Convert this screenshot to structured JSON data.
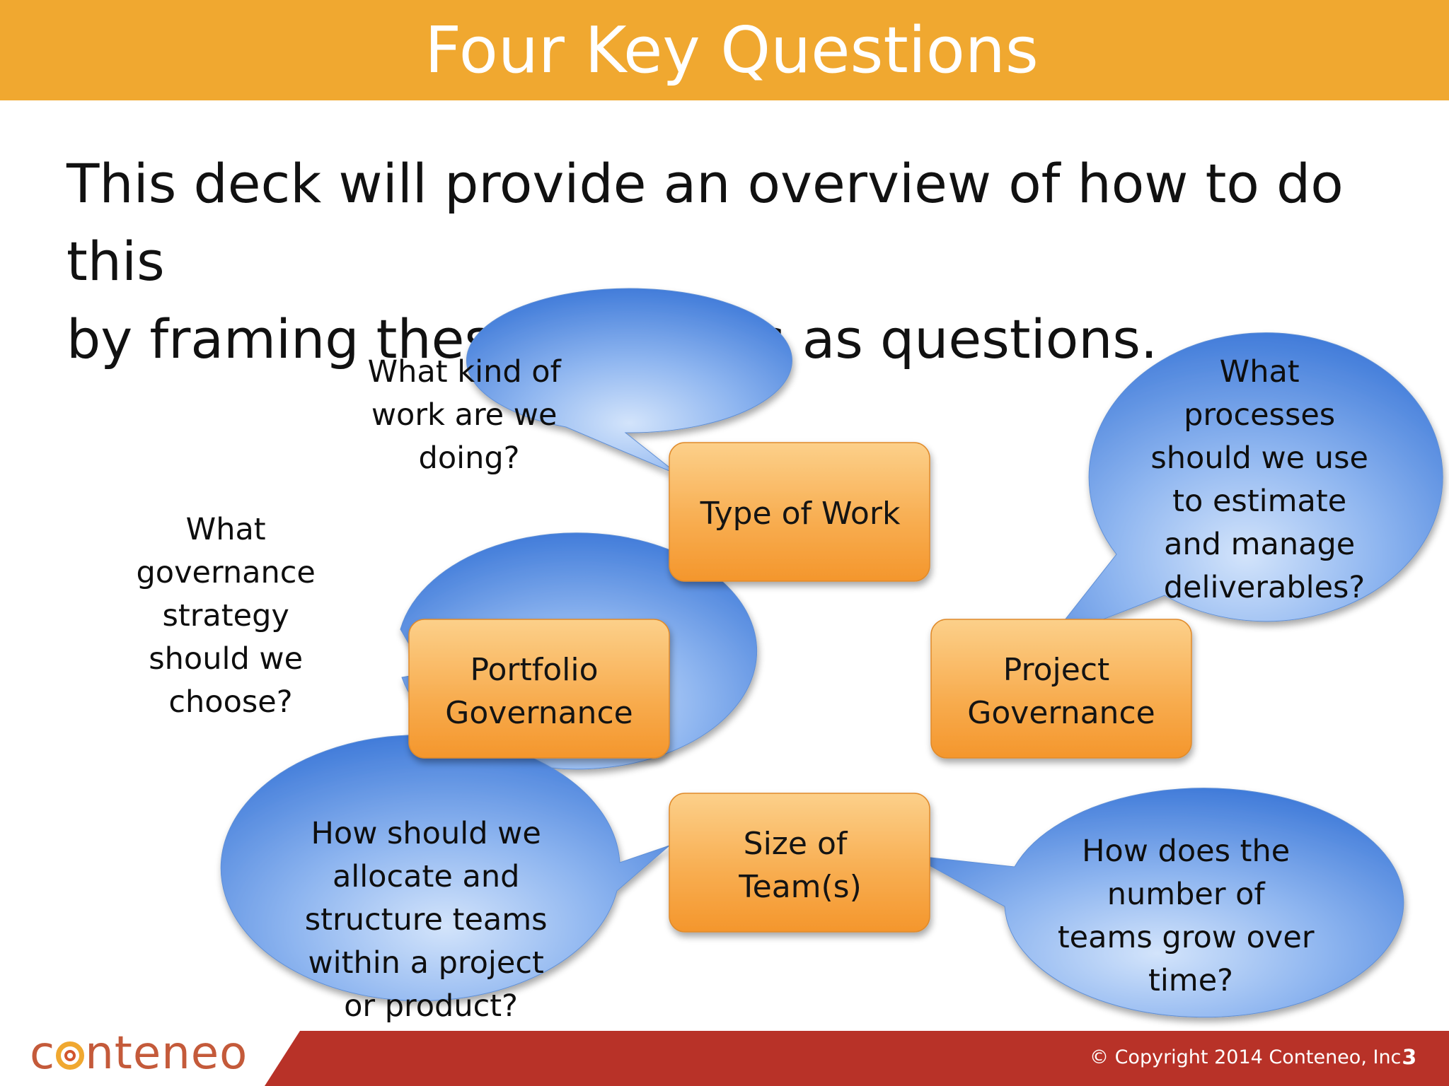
{
  "slide": {
    "title": "Four Key Questions",
    "subtitle_line1": "This deck will provide an overview of how to do this",
    "subtitle_line2": "by framing these concepts as questions."
  },
  "boxes": {
    "type_of_work": [
      "Type of Work"
    ],
    "portfolio_governance": [
      "Portfolio",
      "Governance"
    ],
    "project_governance": [
      "Project",
      "Governance"
    ],
    "size_of_teams": [
      "Size of",
      "Team(s)"
    ]
  },
  "questions": {
    "kind_of_work": [
      "What kind of",
      "work are we",
      "doing?"
    ],
    "governance_strategy": [
      "What",
      "governance",
      "strategy",
      "should we",
      "choose?"
    ],
    "processes": [
      "What",
      "processes",
      "should we use",
      "to estimate",
      "and manage",
      "deliverables?"
    ],
    "allocate_teams": [
      "How should we",
      "allocate and",
      "structure teams",
      "within a project",
      "or product?"
    ],
    "teams_grow": [
      "How does the",
      "number of",
      "teams grow over",
      "time?"
    ]
  },
  "footer": {
    "logo_prefix": "c",
    "logo_suffix": "nteneo",
    "copyright": "© Copyright 2014 Conteneo, Inc.",
    "page_number": "3"
  },
  "colors": {
    "title_bar": "#f0a830",
    "box_top": "#fbc878",
    "box_bottom": "#f59a32",
    "bubble_light": "#c9dcf8",
    "bubble_dark": "#3a78d6",
    "footer_red": "#b83228"
  }
}
